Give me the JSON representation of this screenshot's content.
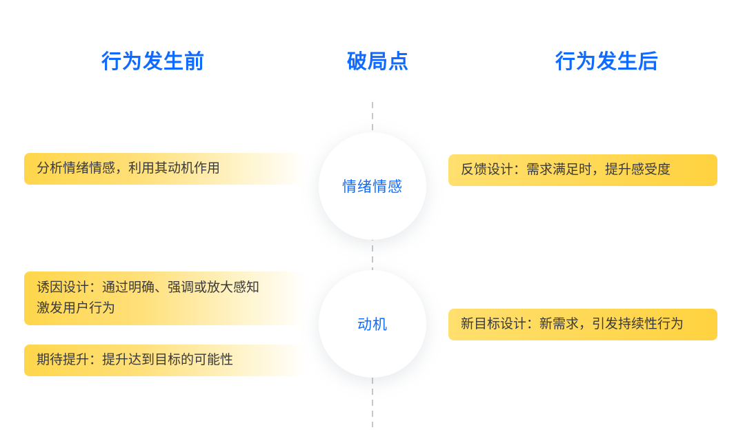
{
  "headers": {
    "before": "行为发生前",
    "breakthrough": "破局点",
    "after": "行为发生后"
  },
  "nodes": [
    {
      "label": "情绪情感"
    },
    {
      "label": "动机"
    }
  ],
  "left_items": [
    {
      "text": "分析情绪情感，利用其动机作用"
    },
    {
      "text": "诱因设计：通过明确、强调或放大感知\n激发用户行为"
    },
    {
      "text": "期待提升：提升达到目标的可能性"
    }
  ],
  "right_items": [
    {
      "text": "反馈设计：需求满足时，提升感受度"
    },
    {
      "text": "新目标设计：新需求，引发持续性行为"
    }
  ],
  "colors": {
    "accent_blue": "#0f6bff",
    "pill_yellow_strong": "#ffd64a",
    "pill_yellow_solid": "#ffd23f",
    "pill_text": "#3a3a3a",
    "dash_gray": "#c6c6c6",
    "background": "#ffffff"
  }
}
